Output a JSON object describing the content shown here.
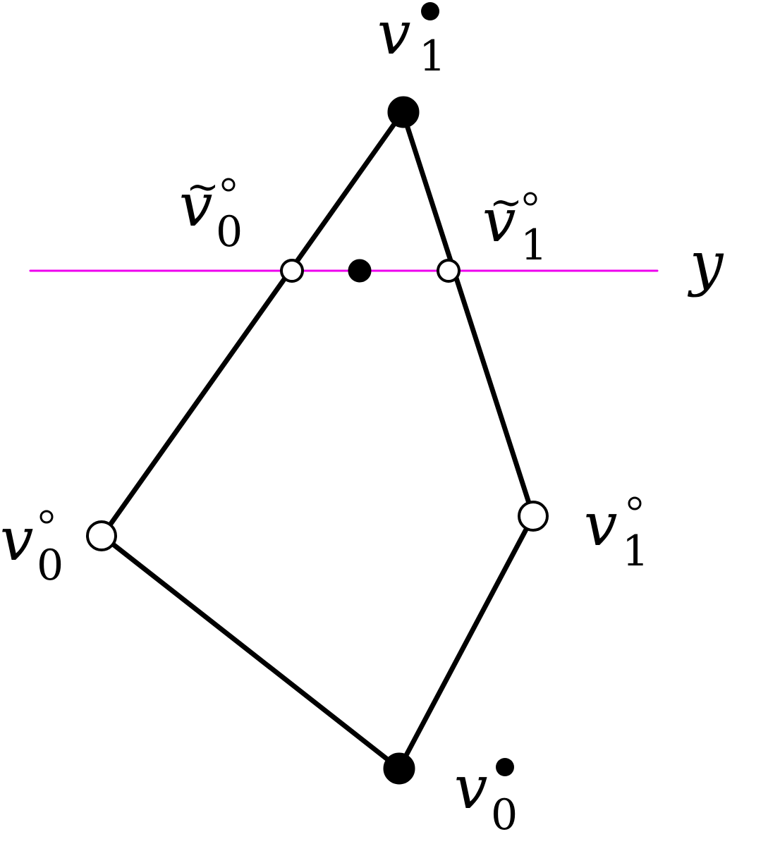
{
  "colors": {
    "line": "#000000",
    "level_line": "#ee00ee",
    "background": "#ffffff"
  },
  "level_line": {
    "label": "y"
  },
  "vertices": {
    "v1_top": {
      "base": "v",
      "sub": "1",
      "marker": "filled"
    },
    "v0_left": {
      "base": "v",
      "sub": "0",
      "marker": "open"
    },
    "v1_right": {
      "base": "v",
      "sub": "1",
      "marker": "open"
    },
    "v0_bottom": {
      "base": "v",
      "sub": "0",
      "marker": "filled"
    },
    "v0_tilde": {
      "base": "v",
      "sub": "0",
      "marker": "open",
      "tilde": "~"
    },
    "v1_tilde": {
      "base": "v",
      "sub": "1",
      "marker": "open",
      "tilde": "~"
    }
  },
  "midpoint": {
    "marker": "filled"
  }
}
